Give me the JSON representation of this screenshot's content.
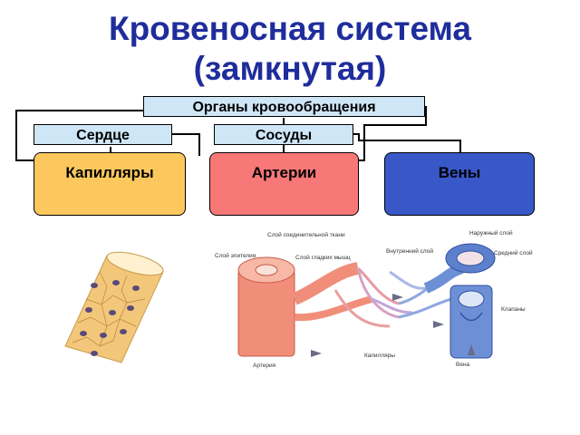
{
  "title": {
    "line1": "Кровеносная система",
    "line2": "(замкнутая)"
  },
  "nodes": {
    "organs": "Органы кровообращения",
    "heart": "Сердце",
    "vessels": "Сосуды",
    "capillaries": "Капилляры",
    "arteries": "Артерии",
    "veins": "Вены"
  },
  "colors": {
    "title": "#1f2d9c",
    "label_box": "#cfe6f7",
    "capillaries": "#fcc85e",
    "arteries": "#f87878",
    "veins": "#3858c8"
  },
  "illustration": {
    "connective_layer": "Слой соединительной ткани",
    "outer_layer": "Наружный слой",
    "inner_layer": "Внутренний слой",
    "epithelium_layer": "Слой эпителия",
    "smooth_muscle_layer": "Слой гладких мышц",
    "middle_layer": "Средний слой",
    "valves": "Клапаны",
    "artery": "Артерия",
    "capillaries": "Капилляры",
    "vein": "Вена"
  }
}
